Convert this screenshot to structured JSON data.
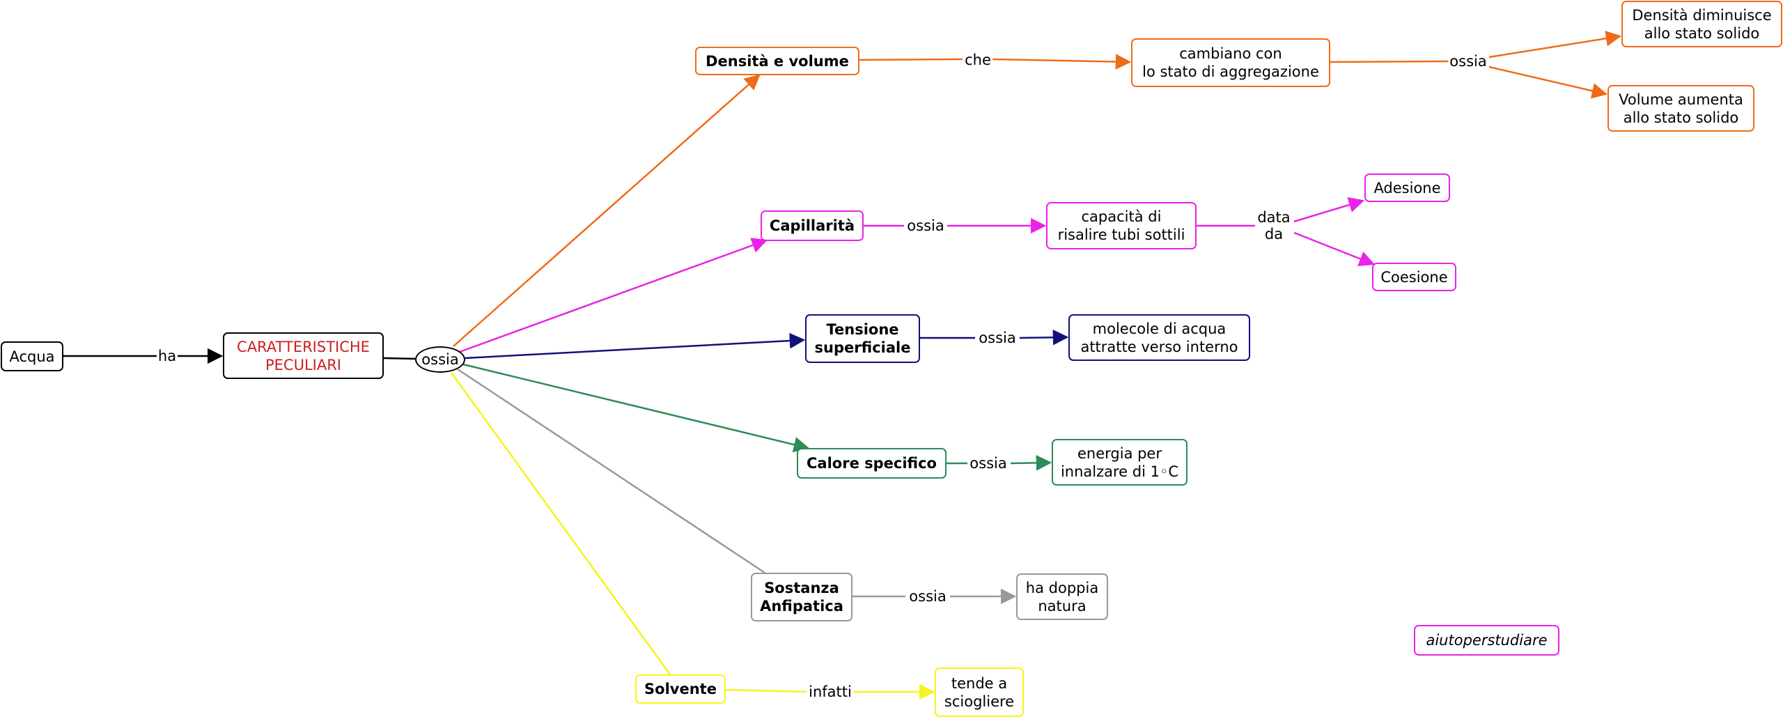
{
  "colors": {
    "black": "#000000",
    "orange": "#ef6b18",
    "magenta": "#ea22ea",
    "navy": "#11117a",
    "green": "#2e8b57",
    "gray": "#999999",
    "yellow": "#f4f41a",
    "red_text": "#cc1f1f"
  },
  "nodes": {
    "acqua": "Acqua",
    "caratteristiche": "CARATTERISTICHE\nPECULIARI",
    "ossia_hub": "ossia",
    "densita": "Densità e volume",
    "cambiano": "cambiano con\nlo stato di aggregazione",
    "densita_diminuisce": "Densità diminuisce\nallo stato solido",
    "volume_aumenta": "Volume aumenta\nallo stato solido",
    "capillarita": "Capillarità",
    "capacita": "capacità di\nrisalire tubi sottili",
    "adesione": "Adesione",
    "coesione": "Coesione",
    "tensione": "Tensione\nsuperficiale",
    "molecole": "molecole di acqua\nattratte verso interno",
    "calore": "Calore specifico",
    "energia": "energia per\ninnalzare di 1◦C",
    "sostanza": "Sostanza\nAnfipatica",
    "doppia": "ha doppia\nnatura",
    "solvente": "Solvente",
    "tende": "tende a\nsciogliere",
    "watermark": "aiutoperstudiare"
  },
  "labels": {
    "ha": "ha",
    "che": "che",
    "ossia_densita": "ossia",
    "ossia_capillarita": "ossia",
    "data_da": "data\nda",
    "ossia_tensione": "ossia",
    "ossia_calore": "ossia",
    "ossia_sostanza": "ossia",
    "infatti": "infatti"
  }
}
